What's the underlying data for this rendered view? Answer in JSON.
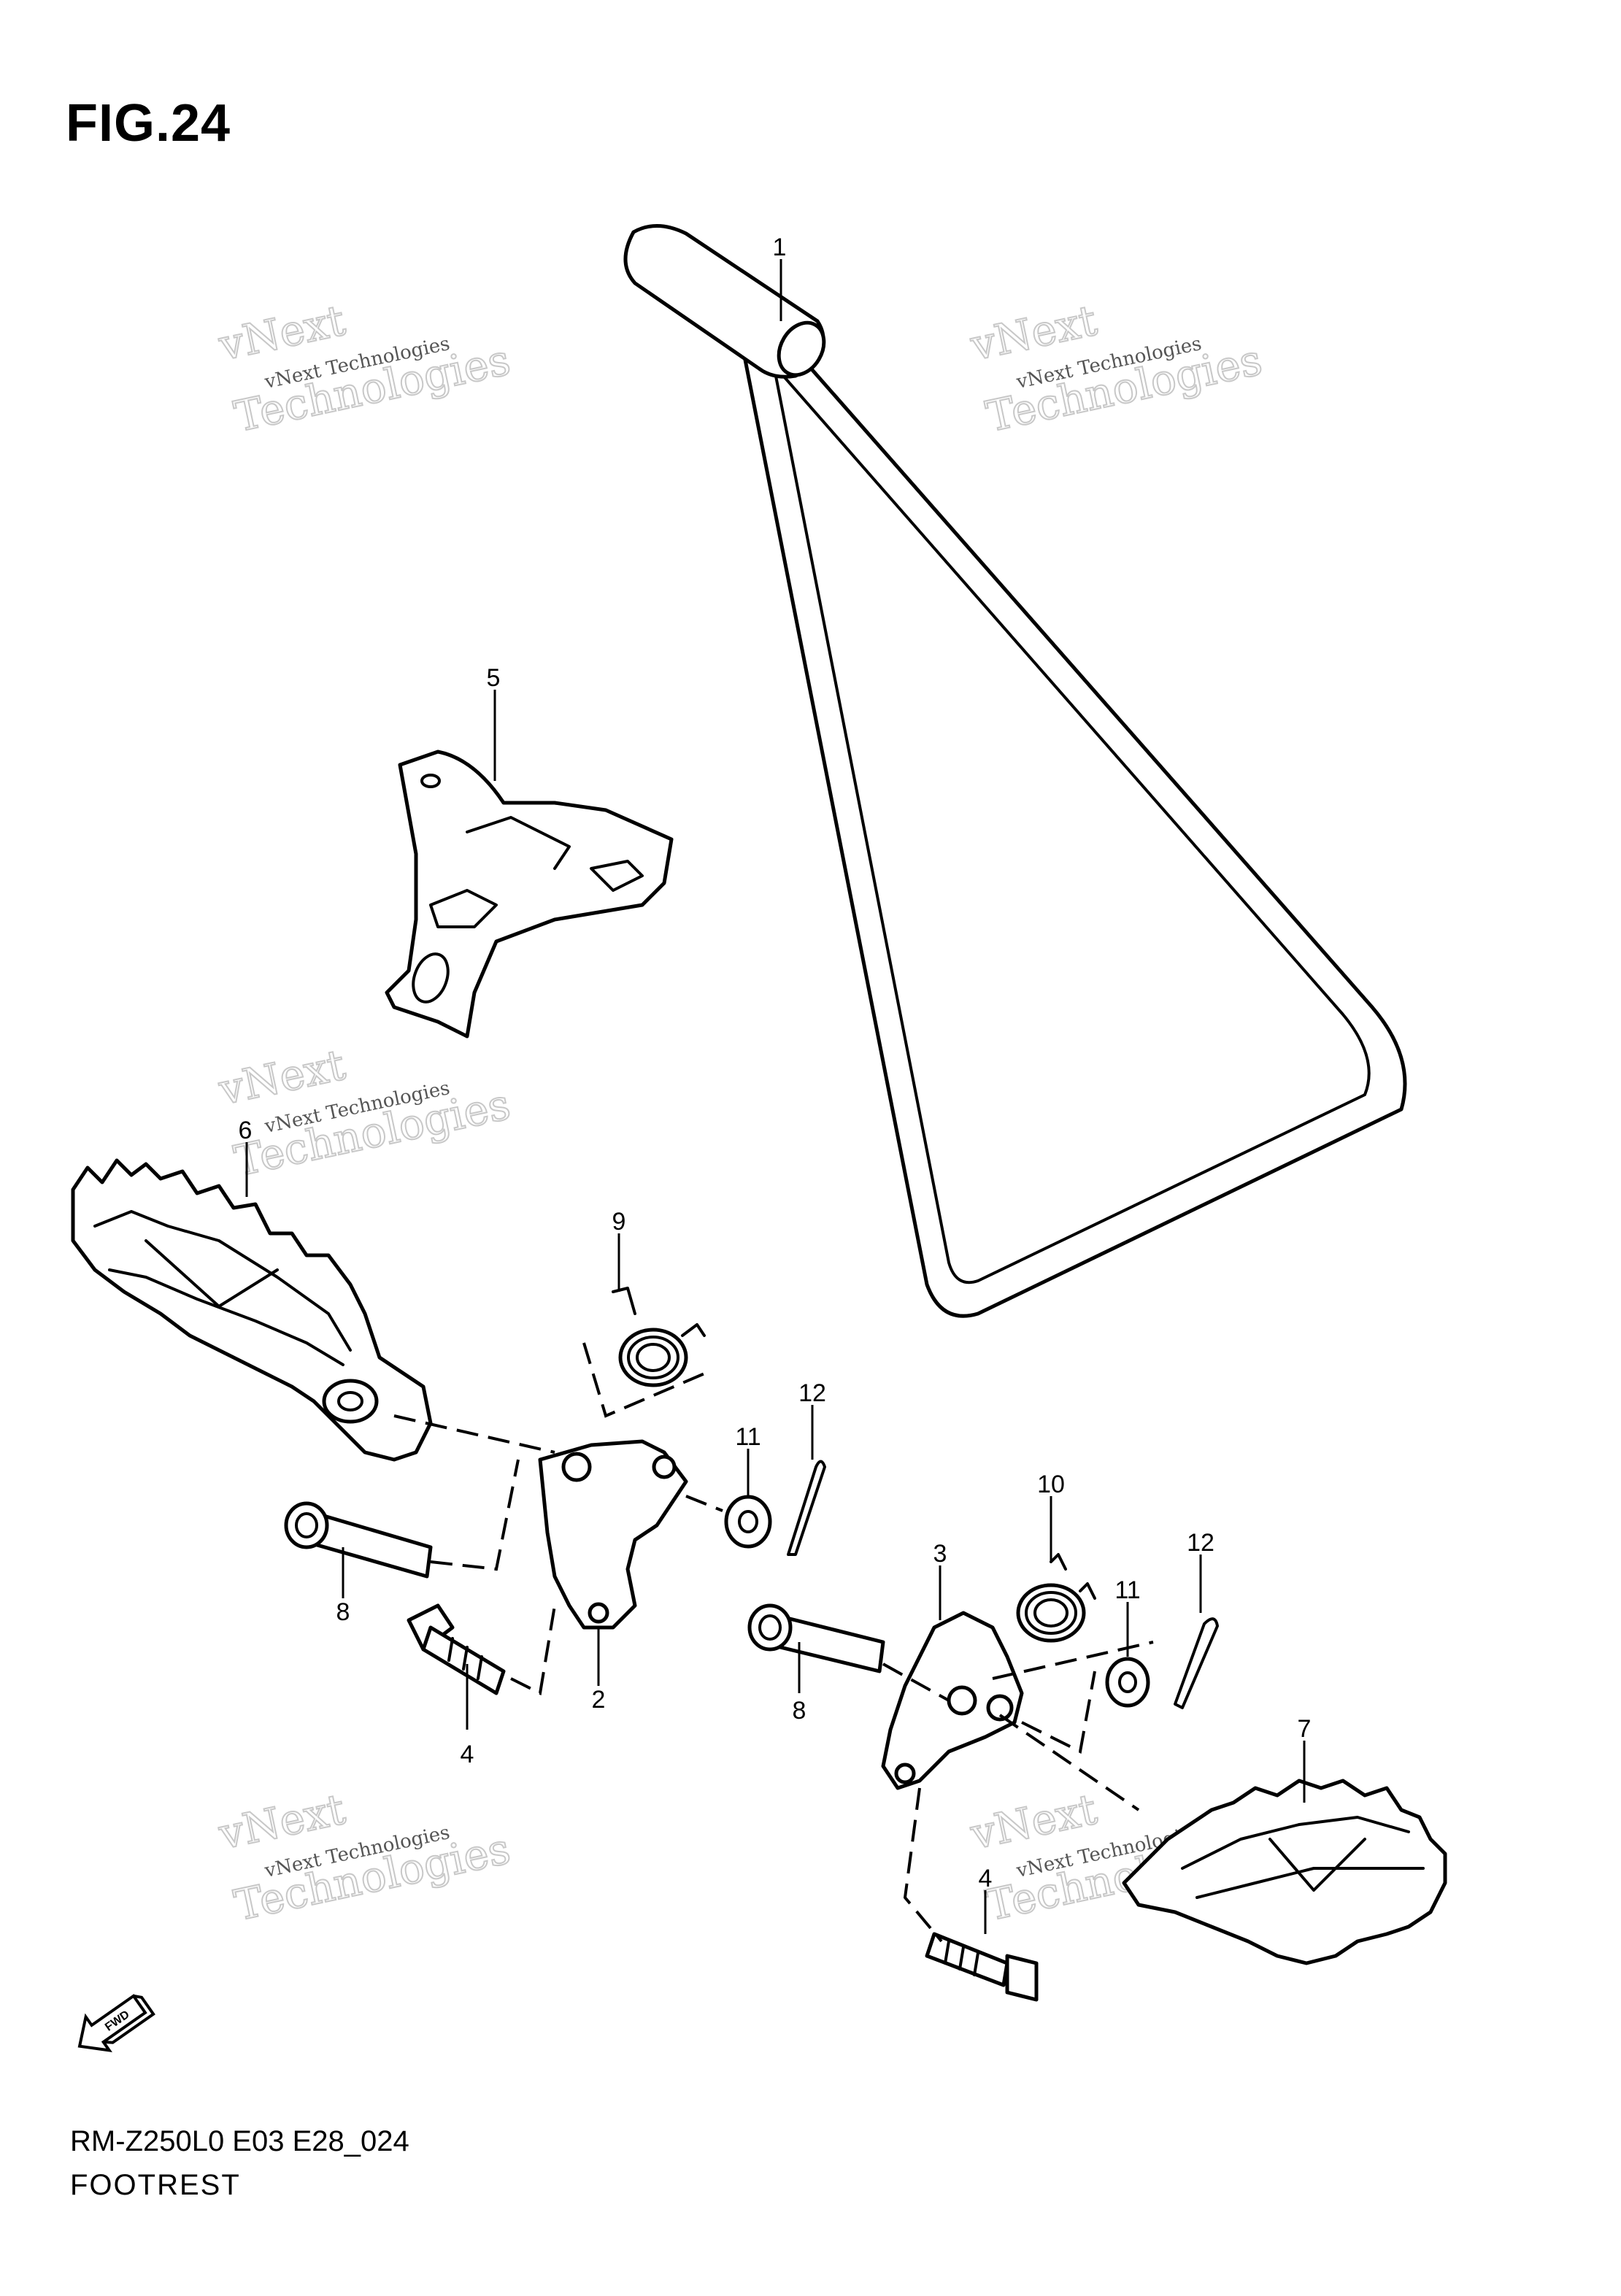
{
  "figure": {
    "title": "FIG.24",
    "drawing_code": "RM-Z250L0 E03 E28_024",
    "section_name": "FOOTREST"
  },
  "callouts": [
    "1",
    "2",
    "3",
    "4",
    "4",
    "5",
    "6",
    "7",
    "8",
    "8",
    "9",
    "10",
    "11",
    "11",
    "12",
    "12"
  ],
  "watermark": {
    "line": "vNext Technologies",
    "word_top": "vNext",
    "word_bottom": "Technologies"
  },
  "forward_indicator": {
    "label": "FWD",
    "icon": "arrow-left-down"
  }
}
